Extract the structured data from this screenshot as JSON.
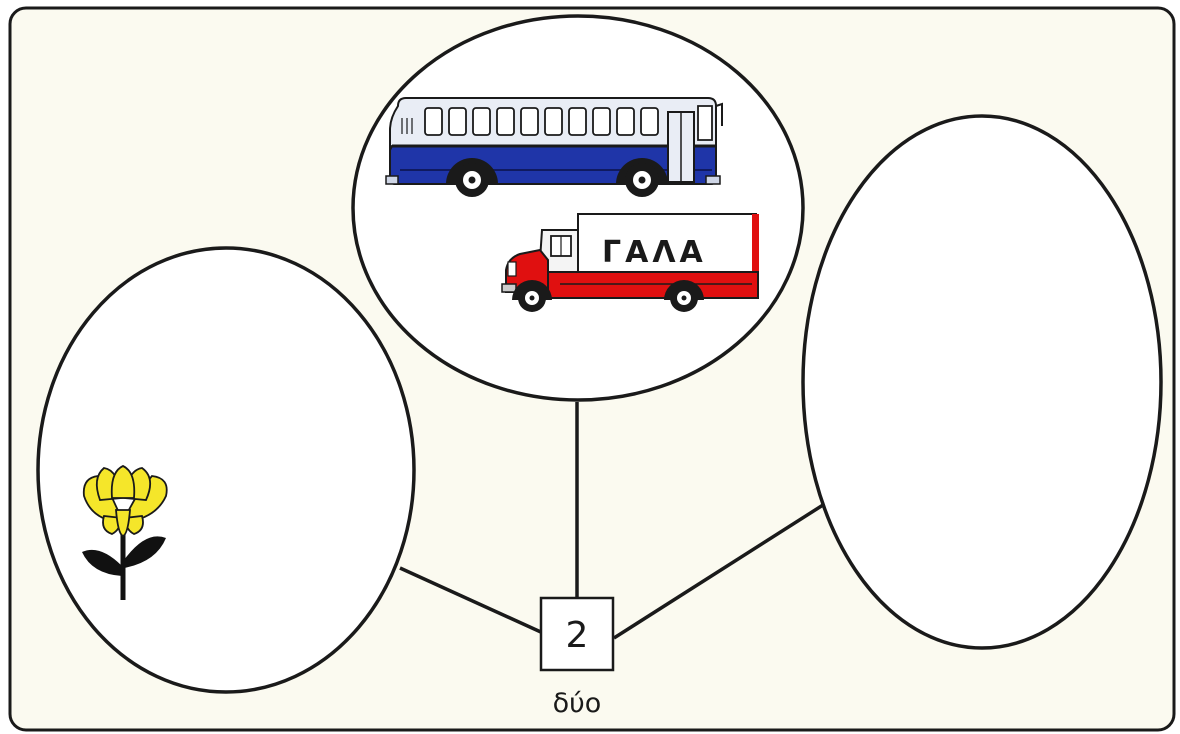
{
  "center": {
    "number": "2",
    "word": "δύο"
  },
  "truck": {
    "sign_text": "ΓΑΛΑ"
  },
  "icons": [
    "bus-icon",
    "milk-truck-icon",
    "flower-icon"
  ],
  "colors": {
    "background": "#fbfaf0",
    "outline": "#1a1a1a",
    "bus_blue": "#1f35a8",
    "bus_top": "#e9edf5",
    "truck_red": "#e01010",
    "flower_yellow": "#f5e62a",
    "leaf_black": "#111111"
  }
}
